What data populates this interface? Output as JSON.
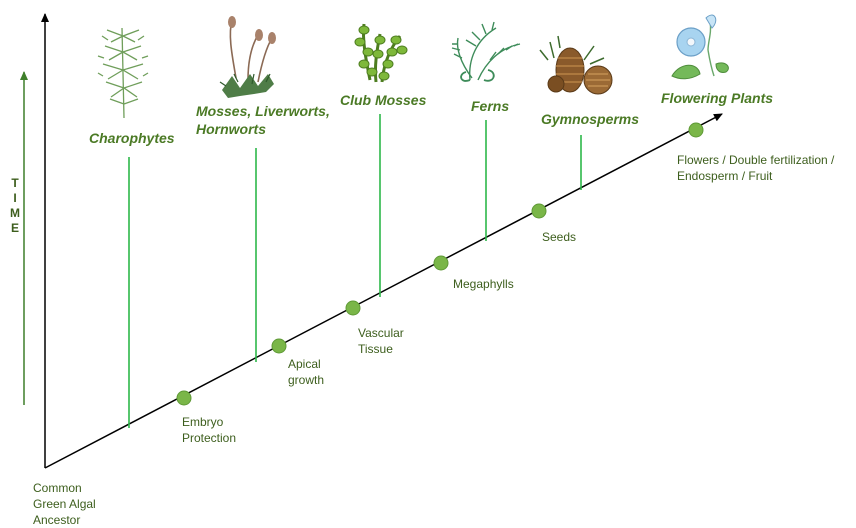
{
  "axis": {
    "time_label": [
      "T",
      "I",
      "M",
      "E"
    ]
  },
  "ancestor": "Common\nGreen Algal\nAncestor",
  "groups": [
    {
      "name": "Charophytes",
      "icon": "charophyte-plant-icon"
    },
    {
      "name": "Mosses, Liverworts,\nHornworts",
      "icon": "moss-plant-icon"
    },
    {
      "name": "Club Mosses",
      "icon": "club-moss-plant-icon"
    },
    {
      "name": "Ferns",
      "icon": "fern-frond-icon"
    },
    {
      "name": "Gymnosperms",
      "icon": "pine-cone-icon"
    },
    {
      "name": "Flowering Plants",
      "icon": "flower-icon"
    }
  ],
  "innovations": [
    {
      "label": "Embryo\nProtection"
    },
    {
      "label": "Apical\ngrowth"
    },
    {
      "label": "Vascular\nTissue"
    },
    {
      "label": "Megaphylls"
    },
    {
      "label": "Seeds"
    },
    {
      "label": "Flowers / Double fertilization /\nEndosperm / Fruit"
    }
  ],
  "colors": {
    "node": "#7ab648",
    "branch": "#2db84a",
    "text": "#3d5e1d",
    "group_text": "#4b7a25",
    "axis": "#000000",
    "time_arrow": "#3f7f2a"
  }
}
